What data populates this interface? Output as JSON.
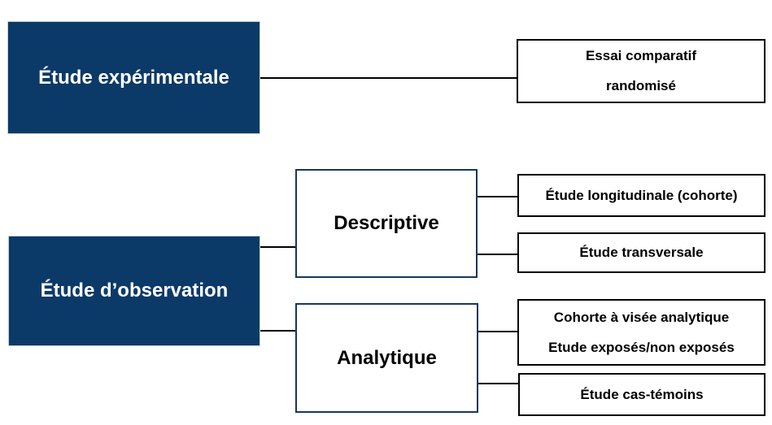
{
  "diagram": {
    "type": "flowchart",
    "language": "fr",
    "colors": {
      "root_fill": "#0c3a68",
      "category_border": "#17375e",
      "leaf_border": "#000000",
      "connector": "#000000",
      "root_text": "#ffffff",
      "box_text": "#000000",
      "background": "#ffffff"
    },
    "nodes": {
      "experimental": {
        "label": "Étude expérimentale"
      },
      "observation": {
        "label": "Étude d’observation"
      },
      "descriptive": {
        "label": "Descriptive"
      },
      "analytique": {
        "label": "Analytique"
      },
      "essai": {
        "line1": "Essai comparatif",
        "line2": "randomisé"
      },
      "longitudinale": {
        "label": "Étude longitudinale (cohorte)"
      },
      "transversale": {
        "label": "Étude transversale"
      },
      "cohorte": {
        "line1": "Cohorte à visée analytique",
        "line2": "Etude exposés/non exposés"
      },
      "cas_temoins": {
        "label": "Étude cas-témoins"
      }
    },
    "edges": [
      {
        "from": "experimental",
        "to": "essai"
      },
      {
        "from": "observation",
        "to": "descriptive"
      },
      {
        "from": "observation",
        "to": "analytique"
      },
      {
        "from": "descriptive",
        "to": "longitudinale"
      },
      {
        "from": "descriptive",
        "to": "transversale"
      },
      {
        "from": "analytique",
        "to": "cohorte"
      },
      {
        "from": "analytique",
        "to": "cas_temoins"
      }
    ]
  }
}
